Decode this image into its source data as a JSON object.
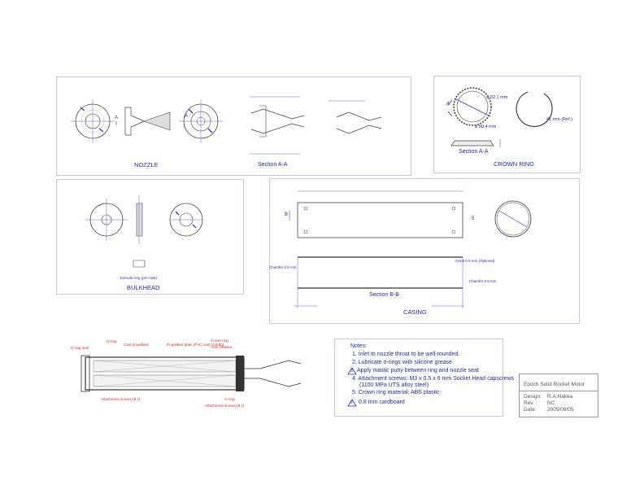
{
  "nozzle": {
    "title": "NOZZLE",
    "section": "Section A-A",
    "label_a": "A"
  },
  "crown_ring": {
    "title": "CROWN RING",
    "section": "Section A-A",
    "dim_outer": "ø 82.1 mm",
    "dim_inner": "ø 80.4 mm",
    "dim_side": "41 mm (Ref.)",
    "label_a": "A"
  },
  "bulkhead": {
    "title": "BULKHEAD",
    "note_small": "Extrude-ring (pre-cast)"
  },
  "casing": {
    "title": "CASING",
    "section": "Section B-B",
    "label_b": "B",
    "mark_5": "5",
    "dim_chamfer_left": "Chamfer 0.5 mm",
    "dim_chamfer_right": "Chamfer 0.5 mm",
    "dim_grind": "Grind 0.5 mm (Optional)"
  },
  "assembly": {
    "callouts": [
      "O-ring",
      "O-ring seal",
      "Cast propellant",
      "Propellant grain (PVC-cast (cardb))",
      "Crown ring",
      "Gas inhibitor",
      "Attachment screws (8 x)",
      "O-ring",
      "Attachment screws (8 x)"
    ]
  },
  "notes": {
    "title": "Notes:",
    "items": [
      "1. Inlet to nozzle throat to be well-rounded.",
      "2. Lubricate o-rings with silicone grease.",
      "Apply mastic putty between ring and nozzle seat",
      "4. Attachment screws: M3 x 0.5 x 6 mm Socket Head capscrews",
      "(1100 MPa UTS alloy steel)",
      "5. Crown ring material: ABS plastic",
      "0.8 mm cardboard"
    ],
    "mark_3": "3",
    "mark_6": "6"
  },
  "title_block": {
    "title": "Epoch Solid Rocket Motor",
    "design_label": "Design:",
    "design_value": "R.A.Nakka",
    "rev_label": "Rev. :",
    "rev_value": "NC",
    "date_label": "Date:",
    "date_value": "2005/09/05"
  },
  "colors": {
    "ink": "#2a2aa8",
    "panel_border": "#c8c8e6",
    "callout": "#d22a2a",
    "line": "#333333"
  }
}
